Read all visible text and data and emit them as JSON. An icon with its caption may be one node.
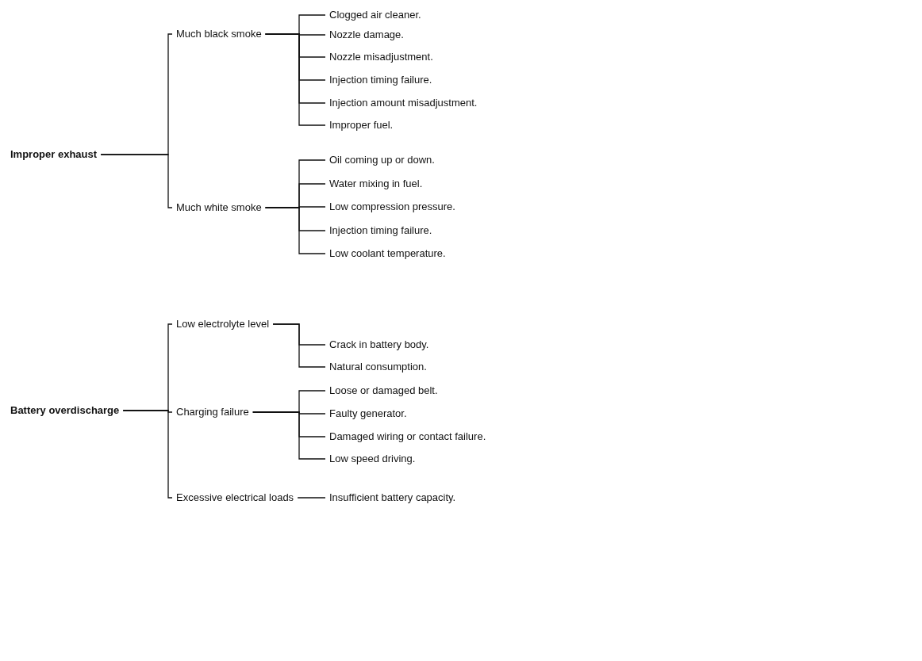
{
  "diagram": {
    "nodes": [
      {
        "text": [
          "Improper exhaust"
        ]
      },
      {
        "text": [
          "Much black smoke"
        ]
      },
      {
        "text": [
          "Clogged air cleaner."
        ]
      },
      {
        "text": [
          "Nozzle damage."
        ]
      },
      {
        "text": [
          "Nozzle misadjustment."
        ]
      },
      {
        "text": [
          "Injection timing failure."
        ]
      },
      {
        "text": [
          "Injection amount misadjustment."
        ]
      },
      {
        "text": [
          "Improper fuel."
        ]
      },
      {
        "text": [
          "Much white smoke"
        ]
      },
      {
        "text": [
          "Oil coming up or down."
        ]
      },
      {
        "text": [
          "Water mixing in fuel."
        ]
      },
      {
        "text": [
          "Low compression pressure."
        ]
      },
      {
        "text": [
          "Injection timing failure."
        ]
      },
      {
        "text": [
          "Low coolant temperature."
        ]
      },
      {
        "text": [
          "Battery overdischarge"
        ]
      },
      {
        "text": [
          "Low electrolyte level"
        ]
      },
      {
        "text": [
          "Crack in battery body."
        ]
      },
      {
        "text": [
          "Natural consumption."
        ]
      },
      {
        "text": [
          "Charging failure"
        ]
      },
      {
        "text": [
          "Loose or damaged belt."
        ]
      },
      {
        "text": [
          "Faulty generator."
        ]
      },
      {
        "text": [
          "Damaged wiring or contact failure."
        ]
      },
      {
        "text": [
          "Low speed driving."
        ]
      },
      {
        "text": [
          "Excessive electrical loads"
        ]
      },
      {
        "text": [
          "Insufficient battery capacity."
        ]
      }
    ],
    "edges": [
      {
        "from": 0,
        "to": 1,
        "arrow": "none"
      },
      {
        "from": 0,
        "to": 8,
        "arrow": "none"
      },
      {
        "from": 1,
        "to": 2,
        "arrow": "none"
      },
      {
        "from": 1,
        "to": 3,
        "arrow": "none"
      },
      {
        "from": 1,
        "to": 4,
        "arrow": "none"
      },
      {
        "from": 1,
        "to": 5,
        "arrow": "none"
      },
      {
        "from": 1,
        "to": 6,
        "arrow": "none"
      },
      {
        "from": 1,
        "to": 7,
        "arrow": "none"
      },
      {
        "from": 8,
        "to": 9,
        "arrow": "none"
      },
      {
        "from": 8,
        "to": 10,
        "arrow": "none"
      },
      {
        "from": 8,
        "to": 11,
        "arrow": "none"
      },
      {
        "from": 8,
        "to": 12,
        "arrow": "none"
      },
      {
        "from": 8,
        "to": 13,
        "arrow": "none"
      },
      {
        "from": 14,
        "to": 15,
        "arrow": "none"
      },
      {
        "from": 14,
        "to": 18,
        "arrow": "none"
      },
      {
        "from": 14,
        "to": 23,
        "arrow": "none"
      },
      {
        "from": 15,
        "to": 16,
        "arrow": "none"
      },
      {
        "from": 15,
        "to": 17,
        "arrow": "none"
      },
      {
        "from": 18,
        "to": 19,
        "arrow": "none"
      },
      {
        "from": 18,
        "to": 20,
        "arrow": "none"
      },
      {
        "from": 18,
        "to": 21,
        "arrow": "none"
      },
      {
        "from": 18,
        "to": 22,
        "arrow": "none"
      },
      {
        "from": 23,
        "to": 24,
        "arrow": "none"
      }
    ]
  }
}
